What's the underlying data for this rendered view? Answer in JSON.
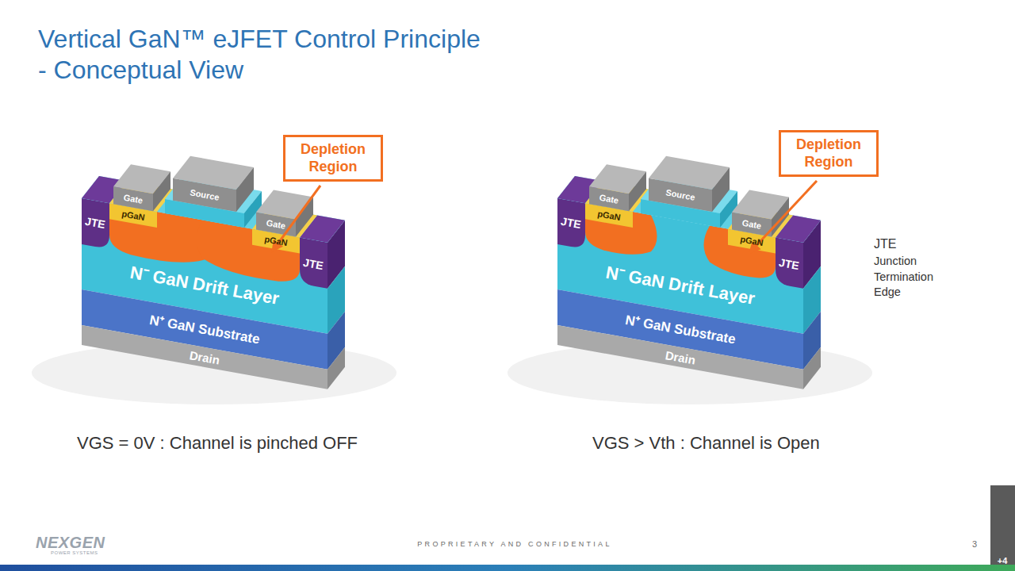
{
  "diagram": {
    "title": "Vertical GaN™ eJFET Control Principle - Conceptual View",
    "nodes": [
      {
        "text": [
          "Depletion Region"
        ]
      },
      {
        "text": [
          "Depletion Region"
        ]
      }
    ],
    "labels": [
      "JTE",
      "Gate",
      "Source",
      "Gate",
      "pGaN",
      "pGaN",
      "JTE",
      "N⁻ GaN Drift Layer",
      "N⁺ GaN Substrate",
      "Drain",
      "VGS = 0V : Channel is pinched OFF",
      "JTE",
      "Gate",
      "Source",
      "Gate",
      "pGaN",
      "pGaN",
      "JTE",
      "N⁻ GaN Drift Layer",
      "N⁺ GaN Substrate",
      "Drain",
      "VGS > Vth : Channel is Open",
      "JTE",
      "Junction Termination Edge",
      "NEXGEN",
      "POWER SYSTEMS",
      "PROPRIETARY AND CONFIDENTIAL",
      "3",
      "+4"
    ]
  }
}
